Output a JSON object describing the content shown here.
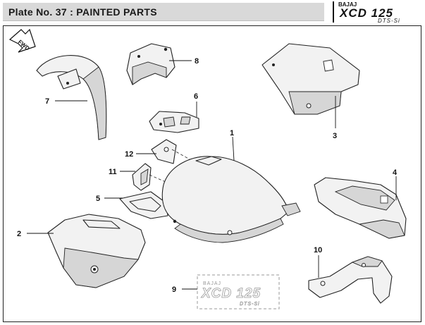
{
  "header": {
    "plate_label": "Plate No. 37 : PAINTED PARTS"
  },
  "brand": {
    "maker": "BAJAJ",
    "model": "XCD 125",
    "variant": "DTS-Si"
  },
  "fwd_label": "FWD",
  "callouts": [
    "1",
    "2",
    "3",
    "4",
    "5",
    "6",
    "7",
    "8",
    "9",
    "10",
    "11",
    "12"
  ],
  "watermark": {
    "maker": "BAJAJ",
    "model": "XCD 125",
    "variant": "DTS-Si"
  }
}
